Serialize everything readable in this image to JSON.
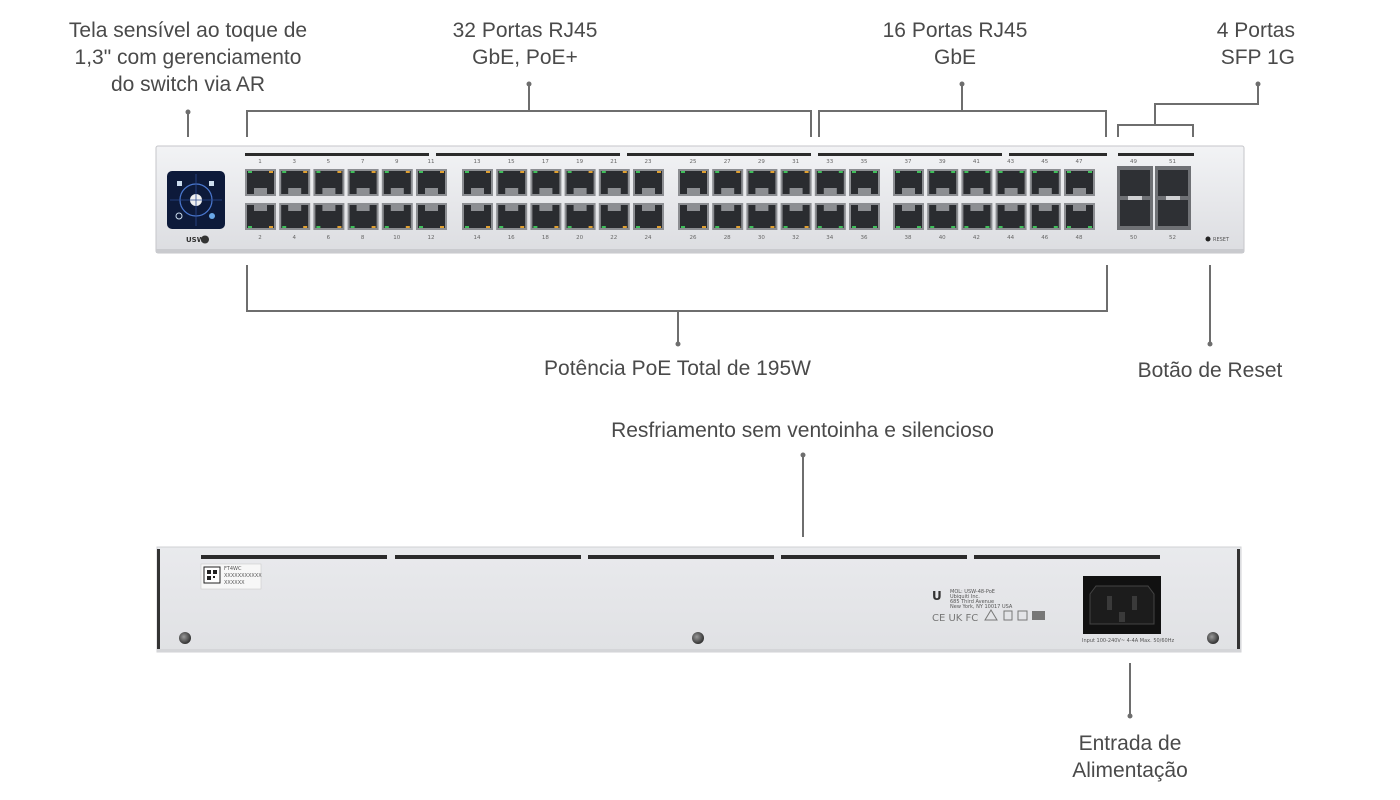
{
  "callouts": {
    "touchscreen": "Tela sensível ao toque de\n1,3\" com gerenciamento\ndo switch via AR",
    "poe_ports": "32 Portas  RJ45\nGbE, PoE+",
    "gbe_ports": "16 Portas RJ45\nGbE",
    "sfp_ports": "4 Portas\nSFP 1G",
    "poe_total": "Potência PoE Total de 195W",
    "reset_button": "Botão de Reset",
    "cooling": "Resfriamento sem ventoinha e silencioso",
    "power_input": "Entrada de\nAlimentação"
  },
  "front_panel": {
    "logo": "USW",
    "reset_label": "RESET",
    "sfp_top_numbers": [
      "49",
      "51"
    ],
    "sfp_bottom_numbers": [
      "50",
      "52"
    ],
    "rj45_port_count": 48
  },
  "rear_panel": {
    "label_lines": [
      "FT4WC",
      "XXXXXXXXXXX",
      "XXXXXX"
    ],
    "model_text": [
      "MOL: USW-48-PoE",
      "Ubiquiti Inc.",
      "685 Third Avenue",
      "New York, NY 10017 USA"
    ],
    "cert_marks": "CE UK FC",
    "power_rating": "Input 100-240V~ 4-4A Max. 50/60Hz"
  },
  "colors": {
    "chassis": "#e4e5e8",
    "callout_line": "#6e6e6e",
    "port_led_green": "#3fbf5a",
    "port_led_amber": "#e0a030",
    "screen": "#0d1a3a"
  }
}
